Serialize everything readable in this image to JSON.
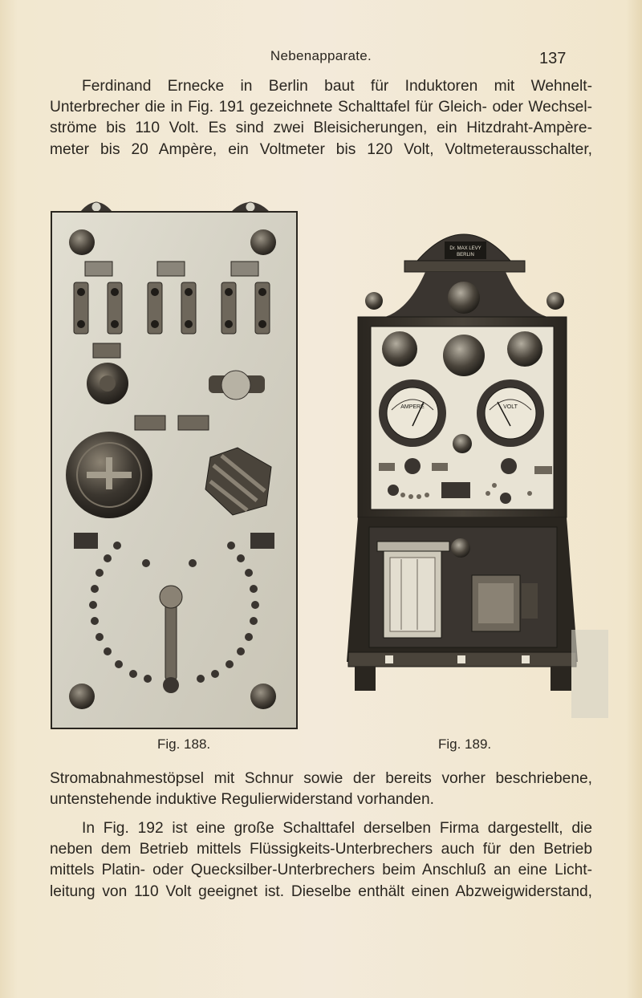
{
  "header": {
    "title": "Nebenapparate.",
    "page_number": "137"
  },
  "paragraph1": [
    "Ferdinand Ernecke in Berlin baut für Induktoren mit Wehnelt-",
    "Unterbrecher die in Fig. 191 gezeichnete Schalttafel für Gleich- oder Wechsel-",
    "ströme bis 110 Volt. Es sind zwei Bleisicherungen, ein Hitzdraht-Ampère-",
    "meter bis 20 Ampère, ein Voltmeter bis 120 Volt, Voltmeterausschalter,"
  ],
  "figures": {
    "fig188": {
      "caption": "Fig. 188."
    },
    "fig189": {
      "caption": "Fig. 189.",
      "plate_text": [
        "Dr. MAX LEVY",
        "BERLIN"
      ],
      "meter_labels": [
        "AMPERE",
        "VOLT"
      ]
    }
  },
  "paragraph2": [
    "Stromabnahmestöpsel mit Schnur sowie der bereits vorher beschriebene,",
    "untenstehende induktive Regulierwiderstand vorhanden."
  ],
  "paragraph3": [
    "In Fig. 192 ist eine große Schalttafel derselben Firma dargestellt, die",
    "neben dem Betrieb mittels Flüssigkeits-Unterbrechers auch für den Betrieb",
    "mittels Platin- oder Quecksilber-Unterbrechers beim Anschluß an eine Licht-",
    "leitung von 110 Volt geeignet ist. Dieselbe enthält einen Abzweigwiderstand,"
  ],
  "colors": {
    "paper": "#f1e7cf",
    "ink": "#2a2620",
    "panel": "#d9d6c9",
    "metal_dark": "#3a3530"
  }
}
